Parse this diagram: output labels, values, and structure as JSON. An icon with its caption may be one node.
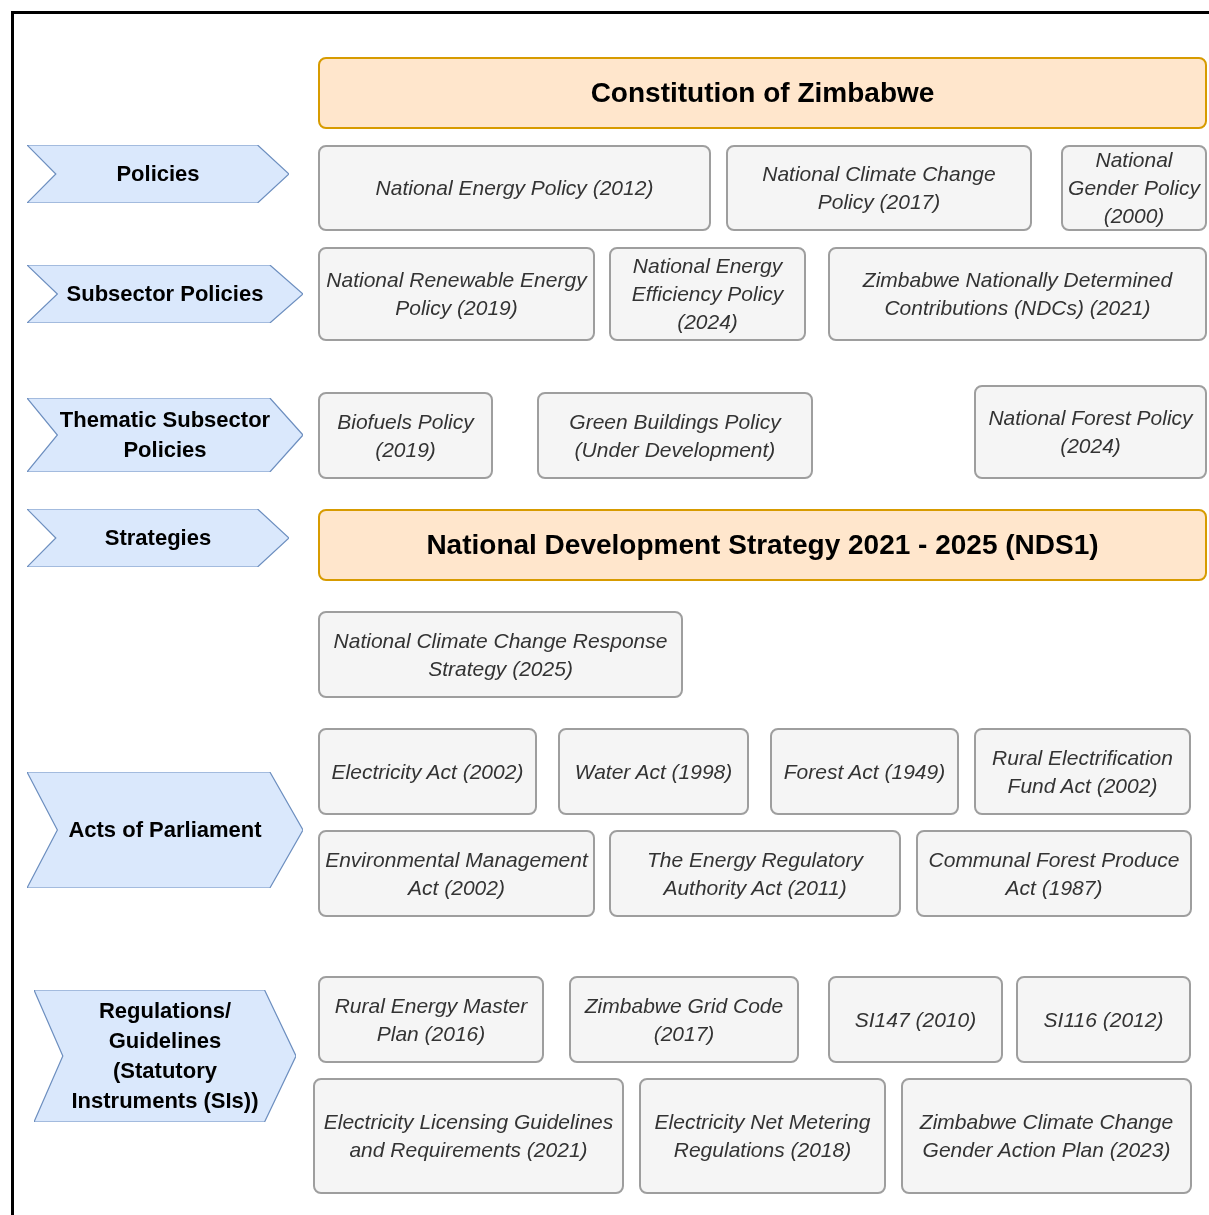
{
  "diagram": {
    "nodes": [
      {
        "text": [
          "Constitution of Zimbabwe"
        ]
      },
      {
        "text": [
          "Policies"
        ]
      },
      {
        "text": [
          "National Energy Policy (2012)"
        ]
      },
      {
        "text": [
          "National Climate Change Policy (2017)"
        ]
      },
      {
        "text": [
          "National Gender Policy (2000)"
        ]
      },
      {
        "text": [
          "Subsector Policies"
        ]
      },
      {
        "text": [
          "National Renewable Energy Policy (2019)"
        ]
      },
      {
        "text": [
          "National Energy Efficiency Policy (2024)"
        ]
      },
      {
        "text": [
          "Zimbabwe Nationally Determined Contributions (NDCs) (2021)"
        ]
      },
      {
        "text": [
          "Thematic Subsector Policies"
        ]
      },
      {
        "text": [
          "Biofuels Policy (2019)"
        ]
      },
      {
        "text": [
          "Green Buildings Policy (Under Development)"
        ]
      },
      {
        "text": [
          "National Forest Policy (2024)"
        ]
      },
      {
        "text": [
          "Strategies"
        ]
      },
      {
        "text": [
          "National Development Strategy 2021 - 2025 (NDS1)"
        ]
      },
      {
        "text": [
          "National Climate Change Response Strategy (2025)"
        ]
      },
      {
        "text": [
          "Acts of Parliament"
        ]
      },
      {
        "text": [
          "Electricity Act (2002)"
        ]
      },
      {
        "text": [
          "Water Act (1998)"
        ]
      },
      {
        "text": [
          "Forest Act (1949)"
        ]
      },
      {
        "text": [
          "Rural Electrification Fund Act (2002)"
        ]
      },
      {
        "text": [
          "Environmental Management Act (2002)"
        ]
      },
      {
        "text": [
          "The Energy Regulatory Authority Act (2011)"
        ]
      },
      {
        "text": [
          "Communal Forest Produce Act (1987)"
        ]
      },
      {
        "text": [
          "Regulations/ Guidelines (Statutory Instruments (SIs))"
        ]
      },
      {
        "text": [
          "Rural Energy Master Plan (2016)"
        ]
      },
      {
        "text": [
          "Zimbabwe Grid Code (2017)"
        ]
      },
      {
        "text": [
          "SI147 (2010)"
        ]
      },
      {
        "text": [
          "SI116 (2012)"
        ]
      },
      {
        "text": [
          "Electricity Licensing Guidelines and Requirements (2021)"
        ]
      },
      {
        "text": [
          "Electricity Net Metering Regulations (2018)"
        ]
      },
      {
        "text": [
          "Zimbabwe Climate Change Gender Action Plan (2023)"
        ]
      }
    ]
  }
}
